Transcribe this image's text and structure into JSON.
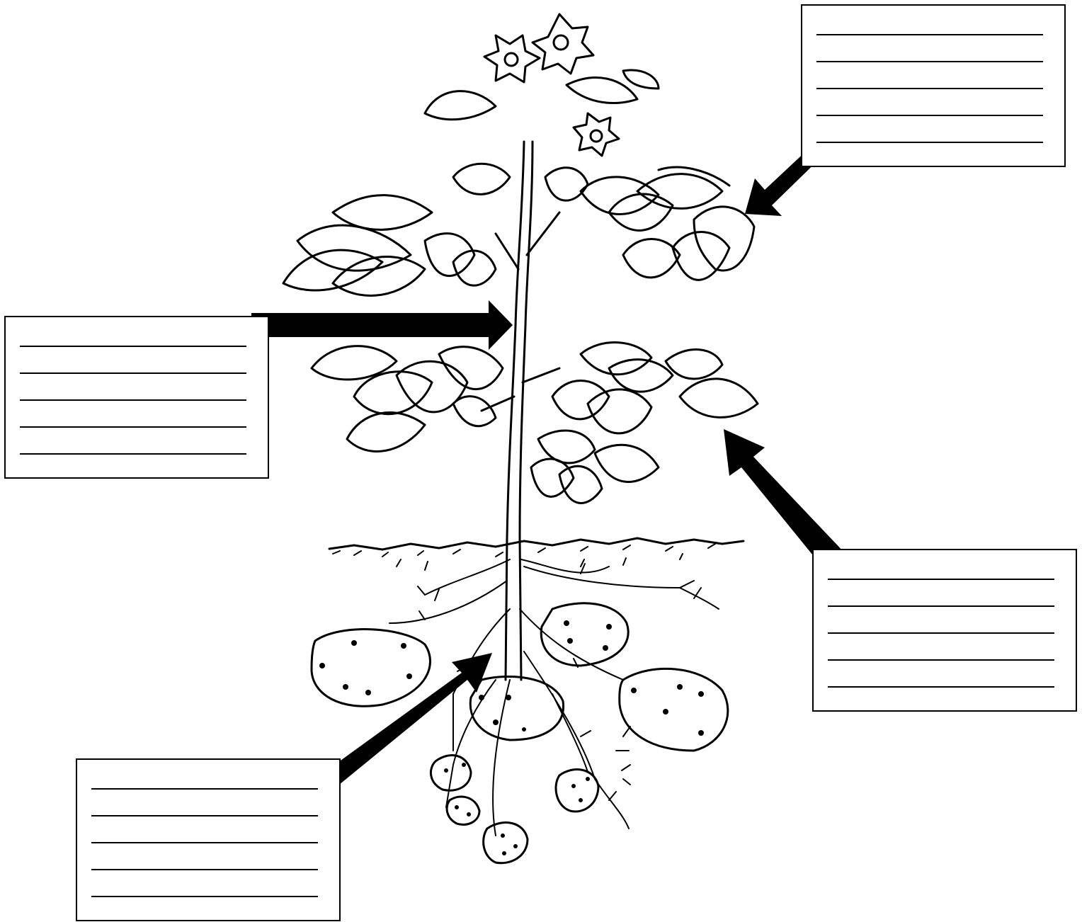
{
  "colors": {
    "ink": "#000000",
    "paper": "#ffffff"
  },
  "diagram": {
    "subject": "potato-plant",
    "parts": [
      "flowers",
      "leaves",
      "stem",
      "soil-line",
      "roots",
      "tubers"
    ]
  },
  "label_boxes": [
    {
      "id": "box-top-right",
      "blank_lines": 5,
      "points_to": "leaf"
    },
    {
      "id": "box-left",
      "blank_lines": 5,
      "points_to": "stem"
    },
    {
      "id": "box-right",
      "blank_lines": 5,
      "points_to": "lower-leaf"
    },
    {
      "id": "box-bottom-left",
      "blank_lines": 5,
      "points_to": "tuber"
    }
  ]
}
